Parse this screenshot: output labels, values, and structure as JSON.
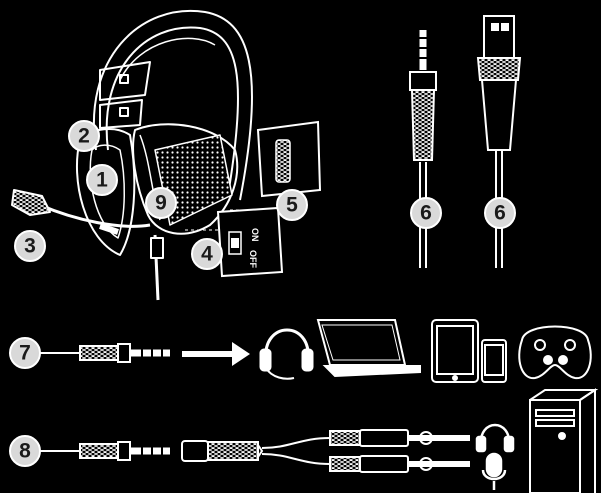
{
  "callouts": {
    "c1": "1",
    "c2": "2",
    "c3": "3",
    "c4": "4",
    "c5": "5",
    "c6a": "6",
    "c6b": "6",
    "c7": "7",
    "c8": "8",
    "c9": "9"
  },
  "switch": {
    "on": "ON",
    "off": "OFF"
  },
  "colors": {
    "background": "#000000",
    "line": "#ffffff",
    "callout_fill": "#d9d9d9",
    "callout_text": "#1a1a1a"
  },
  "icons": [
    "headset",
    "mic-boom",
    "jack-35mm",
    "usb-a",
    "laptop",
    "tablet",
    "phone",
    "gamepad",
    "headphone",
    "microphone",
    "desktop-tower",
    "y-splitter",
    "arrow-right"
  ]
}
